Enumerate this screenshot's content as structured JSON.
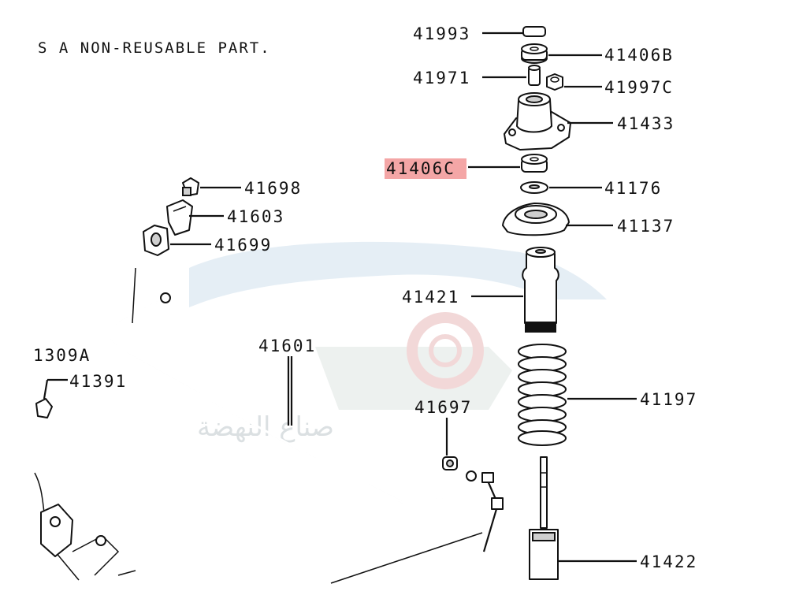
{
  "note": "S A NON-REUSABLE PART.",
  "watermark_text": "صناع النهضة",
  "highlight_color": "#f4a6a6",
  "colors": {
    "watermark_blue": "#cfe0ec",
    "watermark_gray": "#dfe6e2",
    "watermark_red": "#e9b9b9"
  },
  "labels": {
    "p41993": "41993",
    "p41406B": "41406B",
    "p41971": "41971",
    "p41997C": "41997C",
    "p41433": "41433",
    "p41406C": "41406C",
    "p41176": "41176",
    "p41137": "41137",
    "p41421": "41421",
    "p41197": "41197",
    "p41422": "41422",
    "p41698": "41698",
    "p41603": "41603",
    "p41699": "41699",
    "p41601": "41601",
    "p41697": "41697",
    "p1309A": "1309A",
    "p41391": "41391"
  }
}
